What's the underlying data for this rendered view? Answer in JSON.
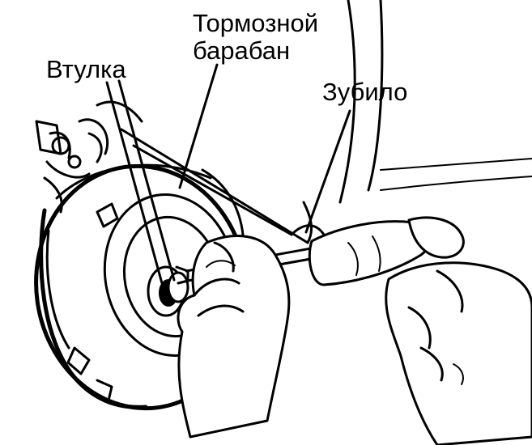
{
  "labels": {
    "brake_drum": [
      "Тормозной",
      "барабан"
    ],
    "bushing": "Втулка",
    "chisel": "Зубило"
  }
}
